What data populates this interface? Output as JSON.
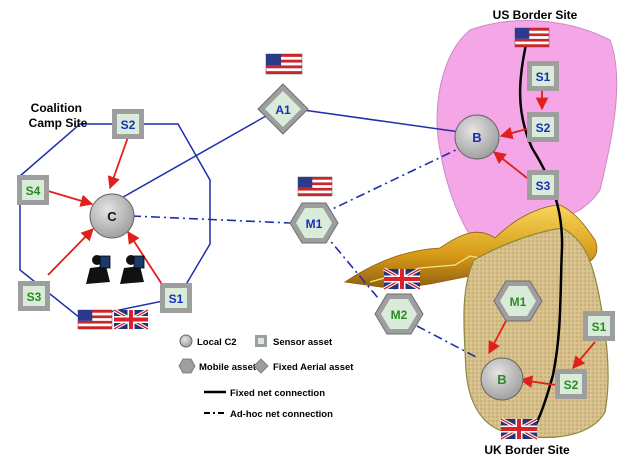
{
  "sites": {
    "coalition_title": [
      "Coalition",
      "Camp Site"
    ],
    "us_title": "US Border Site",
    "uk_title": "UK Border Site"
  },
  "nodes": {
    "coalition": {
      "c": "C",
      "s1": "S1",
      "s2": "S2",
      "s3": "S3",
      "s4": "S4"
    },
    "us": {
      "b": "B",
      "s1": "S1",
      "s2": "S2",
      "s3": "S3"
    },
    "uk": {
      "b": "B",
      "s1": "S1",
      "s2": "S2",
      "m1": "M1"
    },
    "aerial": {
      "a1": "A1"
    },
    "mobile": {
      "m1": "M1",
      "m2": "M2"
    }
  },
  "legend": {
    "local_c2": "Local C2",
    "sensor_asset": "Sensor asset",
    "mobile_asset": "Mobile asset",
    "fixed_aerial": "Fixed Aerial asset",
    "fixed_net": "Fixed net connection",
    "adhoc_net": "Ad-hoc net connection"
  },
  "colors": {
    "us_text": "#1a2fb0",
    "uk_text": "#2a8a22",
    "link_blue": "#1f2fa8",
    "arrow_red": "#e0201a",
    "us_region": "#f4a6e6",
    "uk_region": "#d8c18e",
    "node_fill": "#b8b8b8",
    "sensor_fill": "#d9ecd9"
  }
}
